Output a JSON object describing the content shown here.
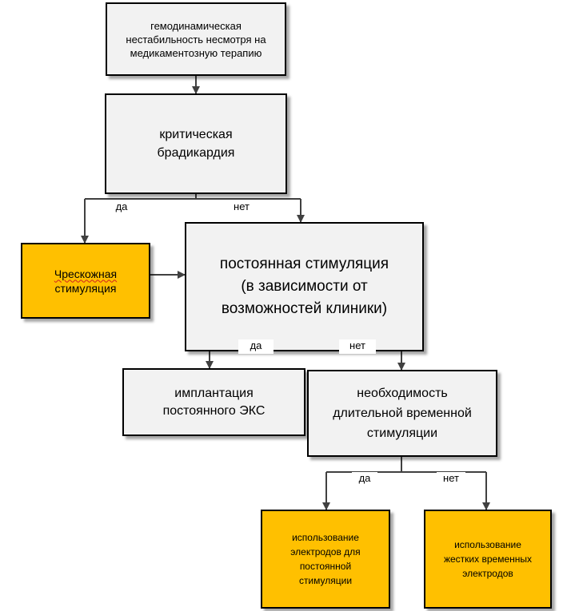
{
  "nodes": {
    "hemodynamic": "гемодинамическая\nнестабильность несмотря на\nмедикаментозную терапию",
    "critical": "критическая\nбрадикардия",
    "transcutaneous_line1": "Чрескожная",
    "transcutaneous_line2": "стимуляция",
    "permanent": "постоянная стимуляция\n(в зависимости от\nвозможностей клиники)",
    "implant": "имплантация\nпостоянного ЭКС",
    "necessity": "необходимость\nдлительной временной\nстимуляции",
    "electrodes_permanent": "использование\nэлектродов для\nпостоянной\nстимуляции",
    "rigid_electrodes": "использование\nжестких  временных\nэлектродов"
  },
  "labels": {
    "yes1": "да",
    "no1": "нет",
    "yes2": "да",
    "no2": "нет",
    "yes3": "да",
    "no3": "нет"
  },
  "colors": {
    "grey_box": "#f2f2f2",
    "gold_box": "#ffc000",
    "lines": "#404040"
  }
}
